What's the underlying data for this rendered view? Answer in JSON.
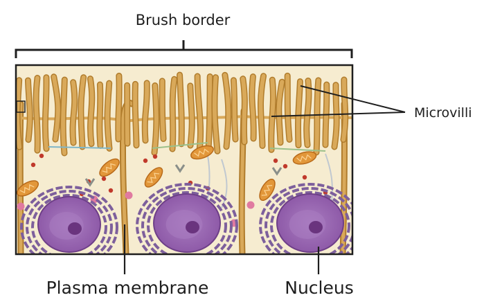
{
  "labels": {
    "brush_border": "Brush border",
    "microvilli": "Microvilli",
    "plasma_membrane": "Plasma membrane",
    "nucleus": "Nucleus"
  },
  "colors": {
    "background": "#ffffff",
    "cytoplasm": "#f5ecd2",
    "microvilli": "#d9a95a",
    "microvilli_outline": "#b07c2c",
    "frame": "#1e1e1e",
    "nucleus": "#8e5aa8",
    "nucleus_inner": "#a97cc0",
    "nucleolus": "#6a347e",
    "er": "#7d5f9c",
    "mitochondria": "#e2973a",
    "dots": "#c0392b",
    "vesicle": "#e07aa0"
  }
}
